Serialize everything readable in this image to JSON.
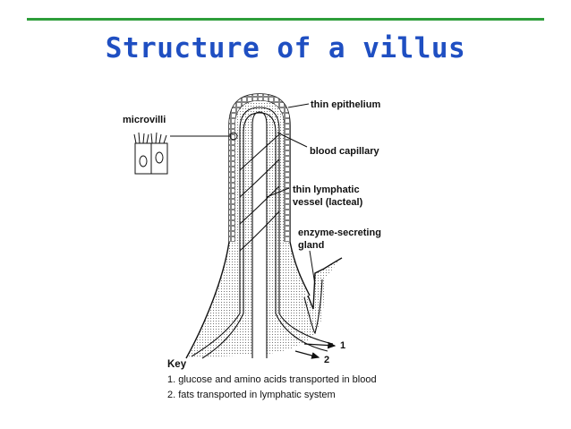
{
  "slide": {
    "title": "Structure of a villus",
    "accent_color": "#2e9e3a",
    "title_color": "#1f4fc2"
  },
  "diagram": {
    "labels": {
      "microvilli": "microvilli",
      "thin_epithelium": "thin epithelium",
      "blood_capillary": "blood capillary",
      "lacteal_line1": "thin lymphatic",
      "lacteal_line2": "vessel (lacteal)",
      "gland_line1": "enzyme-secreting",
      "gland_line2": "gland",
      "arrow_1": "1",
      "arrow_2": "2"
    },
    "key": {
      "title": "Key",
      "item_1": "1. glucose and amino acids transported in blood",
      "item_2": "2. fats transported in lymphatic system"
    }
  }
}
